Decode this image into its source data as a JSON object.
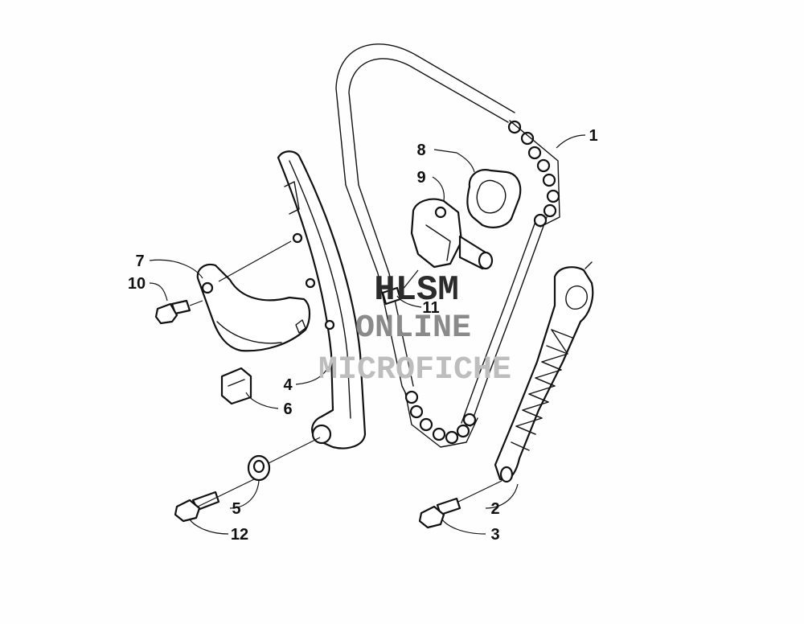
{
  "watermark": {
    "line1": "HLSM",
    "line2": "ONLINE",
    "line3": "MICROFICHE",
    "color_line1": "#2b2b2b",
    "color_line2": "#8a8a8a",
    "color_line3": "#bdbdbd"
  },
  "callouts": {
    "c1": "1",
    "c2": "2",
    "c3": "3",
    "c4": "4",
    "c5": "5",
    "c6": "6",
    "c7": "7",
    "c8": "8",
    "c9": "9",
    "c10": "10",
    "c11": "11",
    "c12": "12"
  },
  "colors": {
    "line": "#111111",
    "background": "#fefefe"
  }
}
